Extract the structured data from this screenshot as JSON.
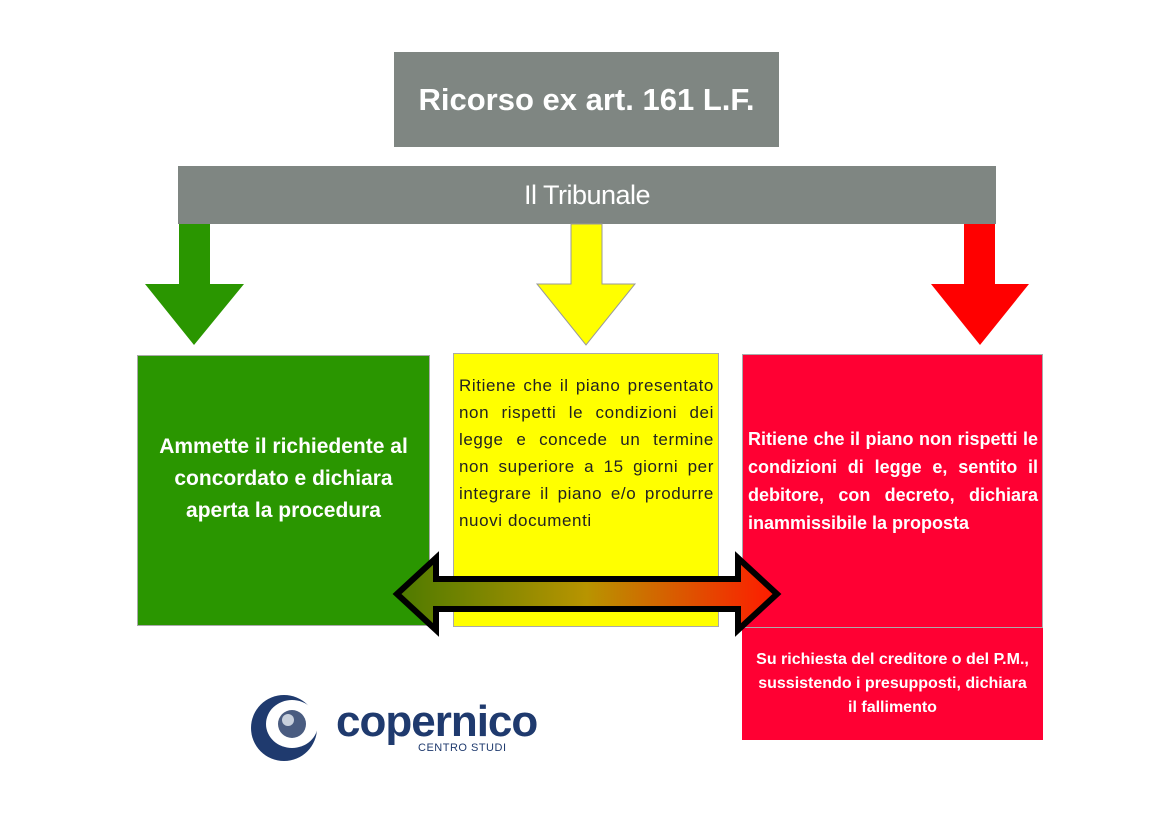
{
  "title": "Ricorso ex art. 161 L.F.",
  "tribunale": "Il Tribunale",
  "boxes": {
    "green": "Ammette il richiedente al concordato e dichiara aperta la procedura",
    "yellow": "Ritiene che il piano presentato non rispetti le condizioni dei legge e concede un termine non superiore a 15 giorni per integrare il piano e/o produrre nuovi documenti",
    "red": "Ritiene che il piano non rispetti le condizioni di legge e, sentito il debitore, con decreto, dichiara inammissibile la proposta",
    "red_sub": "Su richiesta del creditore o del P.M., sussistendo i presupposti, dichiara il fallimento"
  },
  "logo": {
    "name": "copernico",
    "subtitle": "CENTRO STUDI"
  },
  "colors": {
    "gray": "#7f8682",
    "green": "#2a9600",
    "yellow": "#ffff00",
    "red": "#ff0033",
    "logo_blue": "#1f3a6e"
  }
}
